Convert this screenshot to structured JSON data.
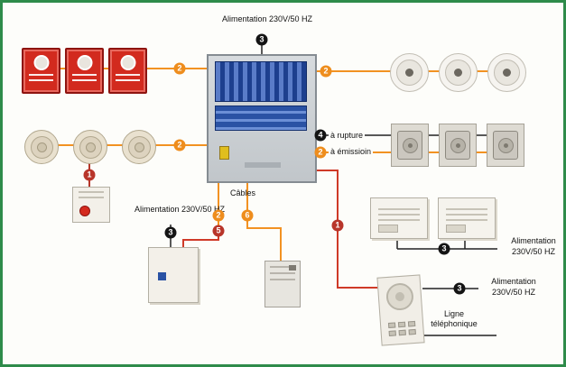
{
  "labels": {
    "power_single": "Alimentation 230V/50 HZ",
    "power_line1": "Alimentation",
    "power_line2": "230V/50 HZ",
    "cables": "Câbles",
    "rupture": "à rupture",
    "emission": "à émissioin",
    "phone1": "Ligne",
    "phone2": "téléphonique"
  },
  "badges": {
    "n1": "1",
    "n2": "2",
    "n3": "3",
    "n4": "4",
    "n5": "5",
    "n6": "6"
  },
  "colors": {
    "wire_orange": "#ee8d1d",
    "wire_black": "#141414",
    "wire_red": "#b8352a",
    "border_green": "#2e8b4a"
  }
}
